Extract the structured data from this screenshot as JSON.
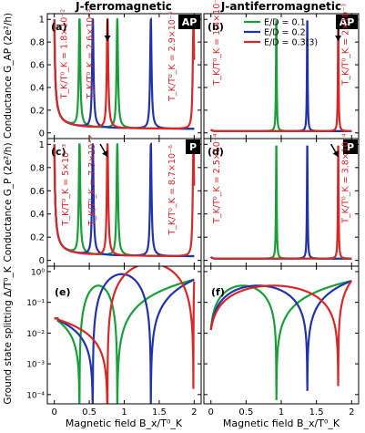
{
  "colors": {
    "green": "#1a9e3a",
    "blue": "#2233aa",
    "red": "#d62828",
    "axis": "#000000",
    "badge_bg": "#000000",
    "badge_fg": "#ffffff"
  },
  "titles": {
    "left": "J-ferromagnetic",
    "right": "J-antiferromagnetic"
  },
  "legend": [
    "E/D = 0.1",
    "E/D = 0.2",
    "E/D = 0.3(3)"
  ],
  "ylabels": {
    "row1": "Conductance G_AP (2e²/h)",
    "row2": "Conductance G_P (2e²/h)",
    "row3": "Ground state splitting Δ/T⁰_K"
  },
  "xlabel": "Magnetic field B_x/T⁰_K",
  "chart_data": [
    {
      "panel": "(a)",
      "badge": "AP",
      "type": "line",
      "xlim": [
        -0.1,
        2.1
      ],
      "ylim": [
        -0.05,
        1.05
      ],
      "yticks": [
        "0",
        "0.2",
        "0.4",
        "0.6",
        "0.8",
        "1"
      ],
      "annotations": [
        "T_K/T⁰_K = 1.8×10⁻²",
        "T_K/T⁰_K = 2.6×10⁻³",
        "T_K/T⁰_K = 2.9×10⁻⁵"
      ],
      "peaks": [
        {
          "series": "E/D = 0.1",
          "x": [
            0.36,
            0.9
          ]
        },
        {
          "series": "E/D = 0.2",
          "x": [
            0.55,
            1.38
          ]
        },
        {
          "series": "E/D = 0.3(3)",
          "x": [
            0.76,
            1.99
          ]
        }
      ],
      "arrow_x": 0.76
    },
    {
      "panel": "(b)",
      "badge": "AP",
      "type": "line",
      "xlim": [
        -0.1,
        2.1
      ],
      "ylim": [
        -0.05,
        1.05
      ],
      "annotations": [
        "T_K/T⁰_K = 1.4×10⁻³",
        "T_K/T⁰_K = 2×10⁻³"
      ],
      "peaks": [
        {
          "series": "E/D = 0.1",
          "x": [
            0.93
          ]
        },
        {
          "series": "E/D = 0.2",
          "x": [
            1.37
          ]
        },
        {
          "series": "E/D = 0.3(3)",
          "x": [
            1.81
          ]
        }
      ],
      "arrow_x": 1.81
    },
    {
      "panel": "(c)",
      "badge": "P",
      "type": "line",
      "xlim": [
        -0.1,
        2.1
      ],
      "ylim": [
        -0.05,
        1.05
      ],
      "yticks": [
        "0",
        "0.2",
        "0.4",
        "0.6",
        "0.8",
        "1"
      ],
      "annotations": [
        "T_K/T⁰_K = 5×10⁻³",
        "T_K/T⁰_K = 7.3×10⁻⁴",
        "T_K/T⁰_K = 8.7×10⁻⁶"
      ],
      "peaks": [
        {
          "series": "E/D = 0.1",
          "x": [
            0.36,
            0.9
          ]
        },
        {
          "series": "E/D = 0.2",
          "x": [
            0.55,
            1.38
          ]
        },
        {
          "series": "E/D = 0.3(3)",
          "x": [
            0.76,
            1.99
          ]
        }
      ],
      "arrow_x": 0.76
    },
    {
      "panel": "(d)",
      "badge": "P",
      "type": "line",
      "xlim": [
        -0.1,
        2.1
      ],
      "ylim": [
        -0.05,
        1.05
      ],
      "annotations": [
        "T_K/T⁰_K = 2.5×10⁻⁴",
        "T_K/T⁰_K = 3.8×10⁻⁴"
      ],
      "peaks": [
        {
          "series": "E/D = 0.1",
          "x": [
            0.93
          ]
        },
        {
          "series": "E/D = 0.2",
          "x": [
            1.37
          ]
        },
        {
          "series": "E/D = 0.3(3)",
          "x": [
            1.81
          ]
        }
      ],
      "arrow_x": 1.81
    },
    {
      "panel": "(e)",
      "type": "line",
      "yscale": "log",
      "xlim": [
        -0.1,
        2.1
      ],
      "ylim": [
        5e-05,
        1.5
      ],
      "xticks": [
        "0",
        "0.5",
        "1",
        "1.5",
        "2"
      ],
      "yticks": [
        "10⁻⁴",
        "10⁻³",
        "10⁻²",
        "10⁻¹",
        "10⁰"
      ],
      "zeros": [
        {
          "series": "E/D = 0.1",
          "x": [
            0.36,
            0.9
          ]
        },
        {
          "series": "E/D = 0.2",
          "x": [
            0.55,
            1.38
          ]
        },
        {
          "series": "E/D = 0.3(3)",
          "x": [
            0.76,
            1.99
          ]
        }
      ]
    },
    {
      "panel": "(f)",
      "type": "line",
      "yscale": "log",
      "xlim": [
        -0.1,
        2.1
      ],
      "ylim": [
        5e-05,
        1.5
      ],
      "xticks": [
        "0",
        "0.5",
        "1",
        "1.5",
        "2"
      ],
      "zeros": [
        {
          "series": "E/D = 0.1",
          "x": [
            0.93
          ]
        },
        {
          "series": "E/D = 0.2",
          "x": [
            1.37
          ]
        },
        {
          "series": "E/D = 0.3(3)",
          "x": [
            1.81
          ]
        }
      ]
    }
  ]
}
